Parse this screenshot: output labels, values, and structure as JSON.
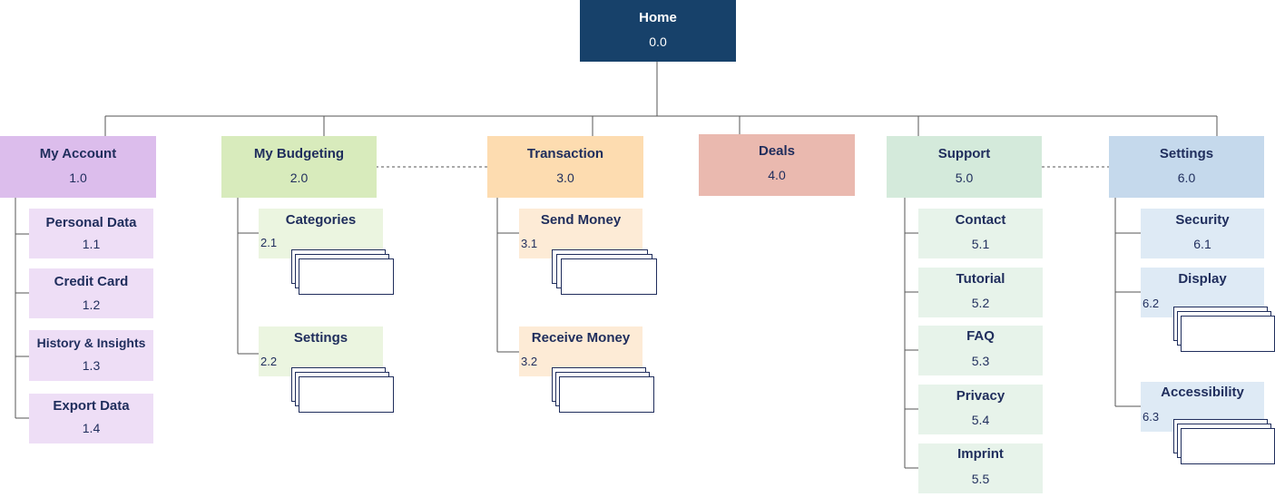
{
  "colors": {
    "home": "#17416a",
    "account": "#dcbdec",
    "account_light": "#eedef6",
    "budgeting": "#d8ebbc",
    "budgeting_light": "#ebf5e0",
    "transaction": "#fddcb0",
    "transaction_light": "#fdebd6",
    "deals": "#eab9af",
    "support": "#d4eadb",
    "support_light": "#e7f3ea",
    "settings": "#c5d9ec",
    "settings_light": "#deeaf5",
    "text": "#1f2d5c",
    "line": "#555555"
  },
  "home": {
    "title": "Home",
    "number": "0.0"
  },
  "sections": {
    "account": {
      "title": "My Account",
      "number": "1.0",
      "children": [
        {
          "title": "Personal Data",
          "number": "1.1"
        },
        {
          "title": "Credit Card",
          "number": "1.2"
        },
        {
          "title": "History & Insights",
          "number": "1.3"
        },
        {
          "title": "Export Data",
          "number": "1.4"
        }
      ]
    },
    "budgeting": {
      "title": "My Budgeting",
      "number": "2.0",
      "children": [
        {
          "title": "Categories",
          "number": "2.1"
        },
        {
          "title": "Settings",
          "number": "2.2"
        }
      ]
    },
    "transaction": {
      "title": "Transaction",
      "number": "3.0",
      "children": [
        {
          "title": "Send Money",
          "number": "3.1"
        },
        {
          "title": "Receive Money",
          "number": "3.2"
        }
      ]
    },
    "deals": {
      "title": "Deals",
      "number": "4.0"
    },
    "support": {
      "title": "Support",
      "number": "5.0",
      "children": [
        {
          "title": "Contact",
          "number": "5.1"
        },
        {
          "title": "Tutorial",
          "number": "5.2"
        },
        {
          "title": "FAQ",
          "number": "5.3"
        },
        {
          "title": "Privacy",
          "number": "5.4"
        },
        {
          "title": "Imprint",
          "number": "5.5"
        }
      ]
    },
    "settings": {
      "title": "Settings",
      "number": "6.0",
      "children": [
        {
          "title": "Security",
          "number": "6.1"
        },
        {
          "title": "Display",
          "number": "6.2"
        },
        {
          "title": "Accessibility",
          "number": "6.3"
        }
      ]
    }
  }
}
